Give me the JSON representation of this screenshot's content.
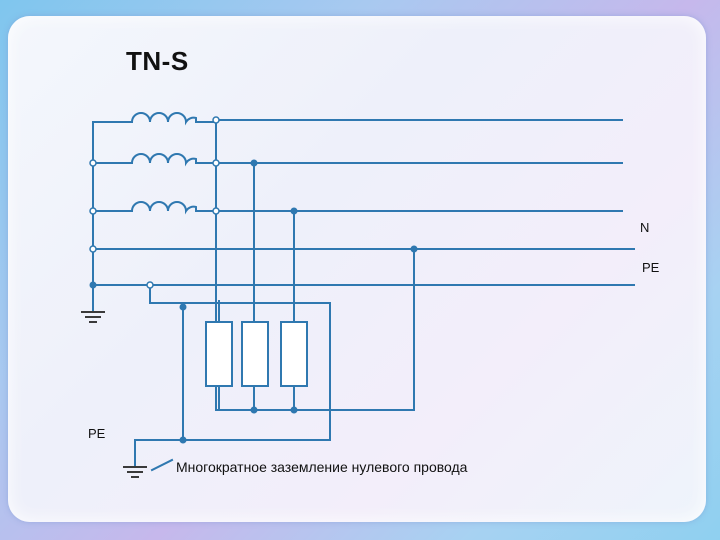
{
  "slide": {
    "title": "TN-S",
    "label_n": "N",
    "label_pe_right": "PE",
    "label_pe_left": "PE",
    "caption": "Многократное заземление нулевого провода"
  },
  "colors": {
    "wire": "#2f78b0",
    "resistor_fill": "#ffffff",
    "ground": "#3a3a3a"
  }
}
